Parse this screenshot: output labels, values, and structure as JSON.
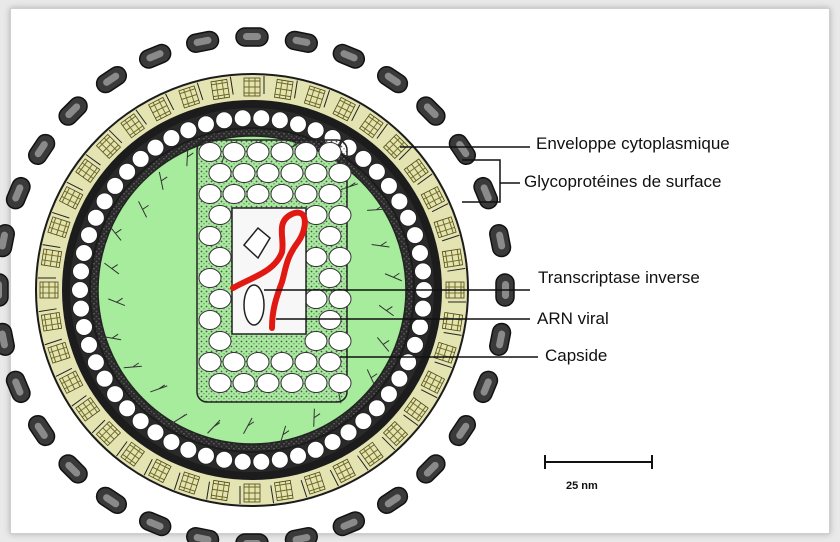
{
  "diagram": {
    "labels": {
      "envelope": "Enveloppe cytoplasmique",
      "glycoproteins": "Glycoprotéines de surface",
      "reverse_transcriptase": "Transcriptase inverse",
      "viral_rna": "ARN viral",
      "capsid": "Capside"
    },
    "scale_bar": "25 nm",
    "colors": {
      "cytoplasm": "#a6ec9c",
      "membrane_band": "#e4e3b2",
      "rna": "#e01a12",
      "dark": "#1c1c1c",
      "spike_fill": "#3a3a3a"
    }
  }
}
